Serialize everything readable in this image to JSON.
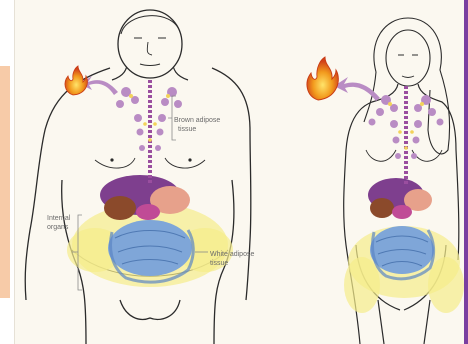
{
  "labels": {
    "brown_adipose_line1": "Brown adipose",
    "brown_adipose_line2": "tissue",
    "internal_organs_line1": "Internal",
    "internal_organs_line2": "organs",
    "white_adipose_line1": "White adipose",
    "white_adipose_line2": "tissue"
  },
  "icons": [
    "flame-icon",
    "arrow-icon"
  ],
  "colors": {
    "background": "#fbf8f0",
    "accent_strip": "#f7cba8",
    "brown_fat": "#b98cc4",
    "white_fat": "#f5ec8a",
    "organs": "#7e3f8e",
    "intestine": "#7fa6d8",
    "flame": "#f29a1d"
  }
}
